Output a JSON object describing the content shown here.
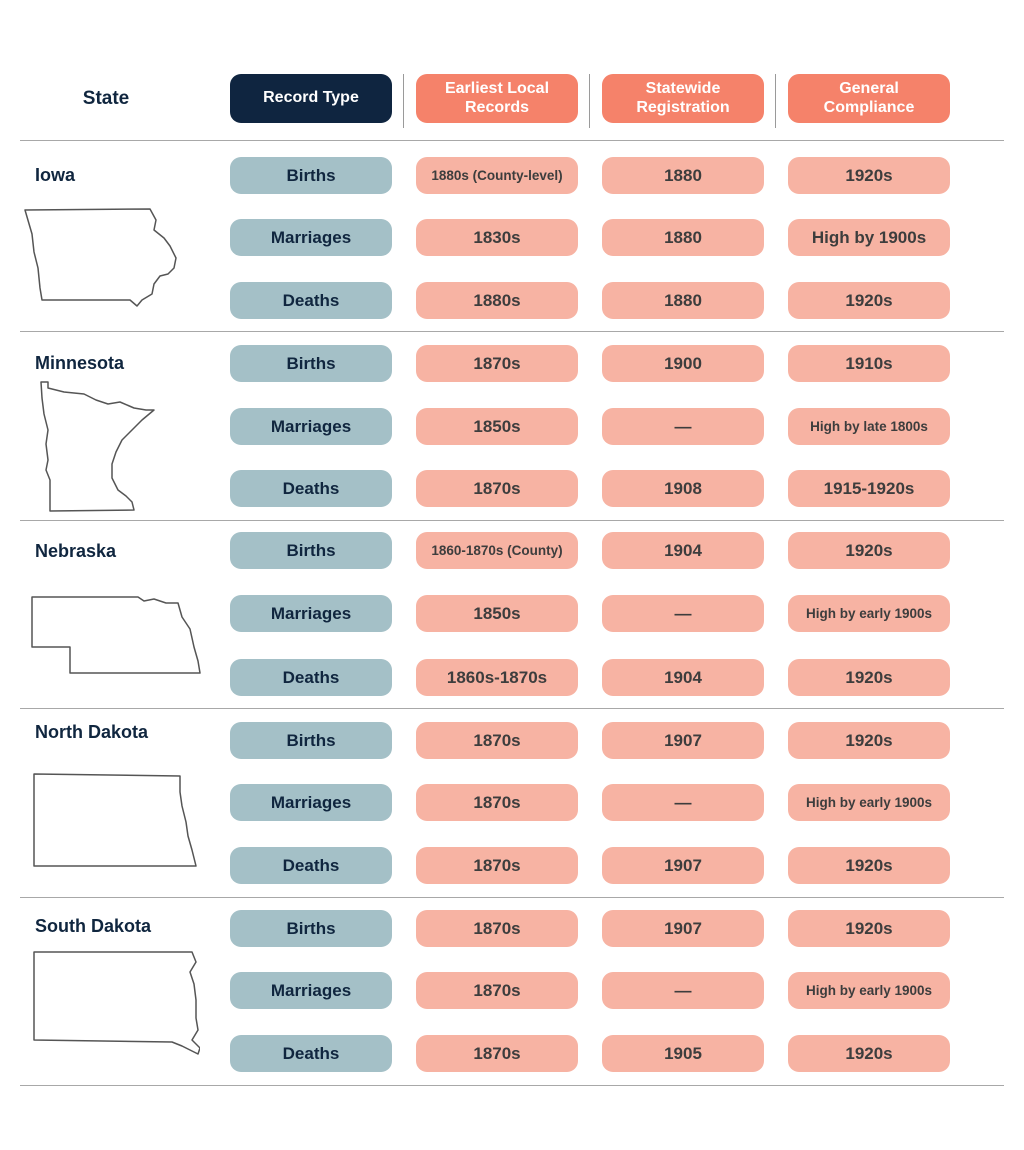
{
  "header": {
    "state": "State",
    "record_type": "Record Type",
    "earliest_local": "Earliest Local Records",
    "statewide": "Statewide Registration",
    "compliance": "General Compliance"
  },
  "states": [
    {
      "name": "Iowa",
      "map_icon": "iowa-outline-icon",
      "rows": [
        {
          "type": "Births",
          "earliest": "1880s (County-level)",
          "statewide": "1880",
          "compliance": "1920s"
        },
        {
          "type": "Marriages",
          "earliest": "1830s",
          "statewide": "1880",
          "compliance": "High by 1900s"
        },
        {
          "type": "Deaths",
          "earliest": "1880s",
          "statewide": "1880",
          "compliance": "1920s"
        }
      ]
    },
    {
      "name": "Minnesota",
      "map_icon": "minnesota-outline-icon",
      "rows": [
        {
          "type": "Births",
          "earliest": "1870s",
          "statewide": "1900",
          "compliance": "1910s"
        },
        {
          "type": "Marriages",
          "earliest": "1850s",
          "statewide": "—",
          "compliance": "High by late 1800s"
        },
        {
          "type": "Deaths",
          "earliest": "1870s",
          "statewide": "1908",
          "compliance": "1915-1920s"
        }
      ]
    },
    {
      "name": "Nebraska",
      "map_icon": "nebraska-outline-icon",
      "rows": [
        {
          "type": "Births",
          "earliest": "1860-1870s (County)",
          "statewide": "1904",
          "compliance": "1920s"
        },
        {
          "type": "Marriages",
          "earliest": "1850s",
          "statewide": "—",
          "compliance": "High by early 1900s"
        },
        {
          "type": "Deaths",
          "earliest": "1860s-1870s",
          "statewide": "1904",
          "compliance": "1920s"
        }
      ]
    },
    {
      "name": "North Dakota",
      "map_icon": "north-dakota-outline-icon",
      "rows": [
        {
          "type": "Births",
          "earliest": "1870s",
          "statewide": "1907",
          "compliance": "1920s"
        },
        {
          "type": "Marriages",
          "earliest": "1870s",
          "statewide": "—",
          "compliance": "High by early 1900s"
        },
        {
          "type": "Deaths",
          "earliest": "1870s",
          "statewide": "1907",
          "compliance": "1920s"
        }
      ]
    },
    {
      "name": "South Dakota",
      "map_icon": "south-dakota-outline-icon",
      "rows": [
        {
          "type": "Births",
          "earliest": "1870s",
          "statewide": "1907",
          "compliance": "1920s"
        },
        {
          "type": "Marriages",
          "earliest": "1870s",
          "statewide": "—",
          "compliance": "High by early 1900s"
        },
        {
          "type": "Deaths",
          "earliest": "1870s",
          "statewide": "1905",
          "compliance": "1920s"
        }
      ]
    }
  ],
  "colors": {
    "header_dark": "#0f2540",
    "header_coral": "#f5826a",
    "type_pill": "#a4c0c7",
    "value_pill": "#f7b3a3",
    "text_dark": "#10263f"
  }
}
